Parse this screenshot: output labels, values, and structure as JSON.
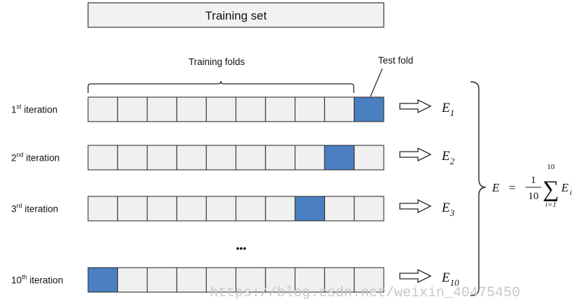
{
  "training_set_label": "Training set",
  "training_folds_label": "Training folds",
  "test_fold_label": "Test fold",
  "dots": "•••",
  "colors": {
    "fold_fill": "#f0f0f0",
    "fold_stroke": "#333333",
    "test_fill": "#4a7fc1",
    "box_fill": "#f2f2f2"
  },
  "iterations": [
    {
      "num": "1",
      "sup": "st",
      "rest": " iteration",
      "test_index": 9,
      "error_sub": "1"
    },
    {
      "num": "2",
      "sup": "nd",
      "rest": " iteration",
      "test_index": 8,
      "error_sub": "2"
    },
    {
      "num": "3",
      "sup": "rd",
      "rest": " iteration",
      "test_index": 7,
      "error_sub": "3"
    },
    {
      "num": "10",
      "sup": "th",
      "rest": " iteration",
      "test_index": 0,
      "error_sub": "10"
    }
  ],
  "folds_per_row": 10,
  "error_symbol": "E",
  "formula": {
    "lhs": "E",
    "equals": "=",
    "numerator": "1",
    "denominator": "10",
    "sum_upper": "10",
    "sum_lower": "i=1",
    "sigma": "∑",
    "term": "E",
    "term_sub": "i"
  },
  "watermark": "https://blog.csdn.net/weixin_40475450"
}
